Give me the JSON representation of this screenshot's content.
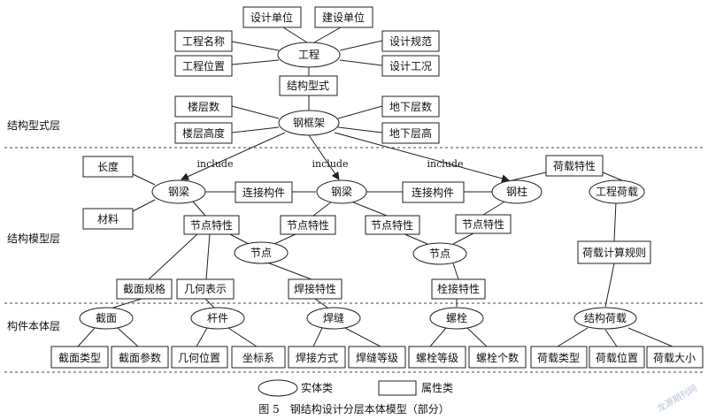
{
  "diagram": {
    "entities": {
      "gongcheng": "工程",
      "gangkuangjia": "钢框架",
      "gangliang1": "钢梁",
      "gangliang2": "钢梁",
      "gangzhu": "钢柱",
      "gongchenghezai": "工程荷载",
      "jiedian1": "节点",
      "jiedian2": "节点",
      "jiemian": "截面",
      "ganjian": "杆件",
      "hanfeng": "焊缝",
      "luoshuan": "螺栓",
      "jiegouhezai": "结构荷载"
    },
    "attributes": {
      "sheji_danwei": "设计单位",
      "jianshe_danwei": "建设单位",
      "gongcheng_mingcheng": "工程名称",
      "gongcheng_weizhi": "工程位置",
      "sheji_guifan": "设计规范",
      "sheji_gongkuang": "设计工况",
      "jiegou_xingshi": "结构型式",
      "loucengshu": "楼层数",
      "louceng_gaodu": "楼层高度",
      "dixia_cengshu": "地下层数",
      "dixia_cenggao": "地下层高",
      "changdu": "长度",
      "cailiao": "材料",
      "lianjie_goujian1": "连接构件",
      "lianjie_goujian2": "连接构件",
      "hezai_texing": "荷载特性",
      "jiedian_texing1": "节点特性",
      "jiedian_texing2": "节点特性",
      "jiedian_texing3": "节点特性",
      "jiedian_texing4": "节点特性",
      "hezai_jisuan_guize": "荷载计算规则",
      "jiemian_guige": "截面规格",
      "jihe_biaoshi": "几何表示",
      "hanjie_texing": "焊接特性",
      "shuanjie_texing": "栓接特性",
      "jiemian_leixing": "截面类型",
      "jiemian_canshu": "截面参数",
      "jihe_weizhi": "几何位置",
      "zuobiaoxi": "坐标系",
      "hanjie_fangshi": "焊接方式",
      "hanfeng_dengji": "焊缝等级",
      "luoshuan_dengji": "螺栓等级",
      "luoshuan_geshu": "螺栓个数",
      "hezai_leixing": "荷载类型",
      "hezai_weizhi": "荷载位置",
      "hezai_daxiao": "荷载大小"
    },
    "edge_labels": {
      "include": "include"
    },
    "layers": {
      "structure_type": "结构型式层",
      "structure_model": "结构模型层",
      "component_ontology": "构件本体层"
    },
    "legend": {
      "entity": "实体类",
      "attribute": "属性类"
    },
    "caption": "图 5　钢结构设计分层本体模型（部分）",
    "watermark": "龙源期刊网"
  }
}
